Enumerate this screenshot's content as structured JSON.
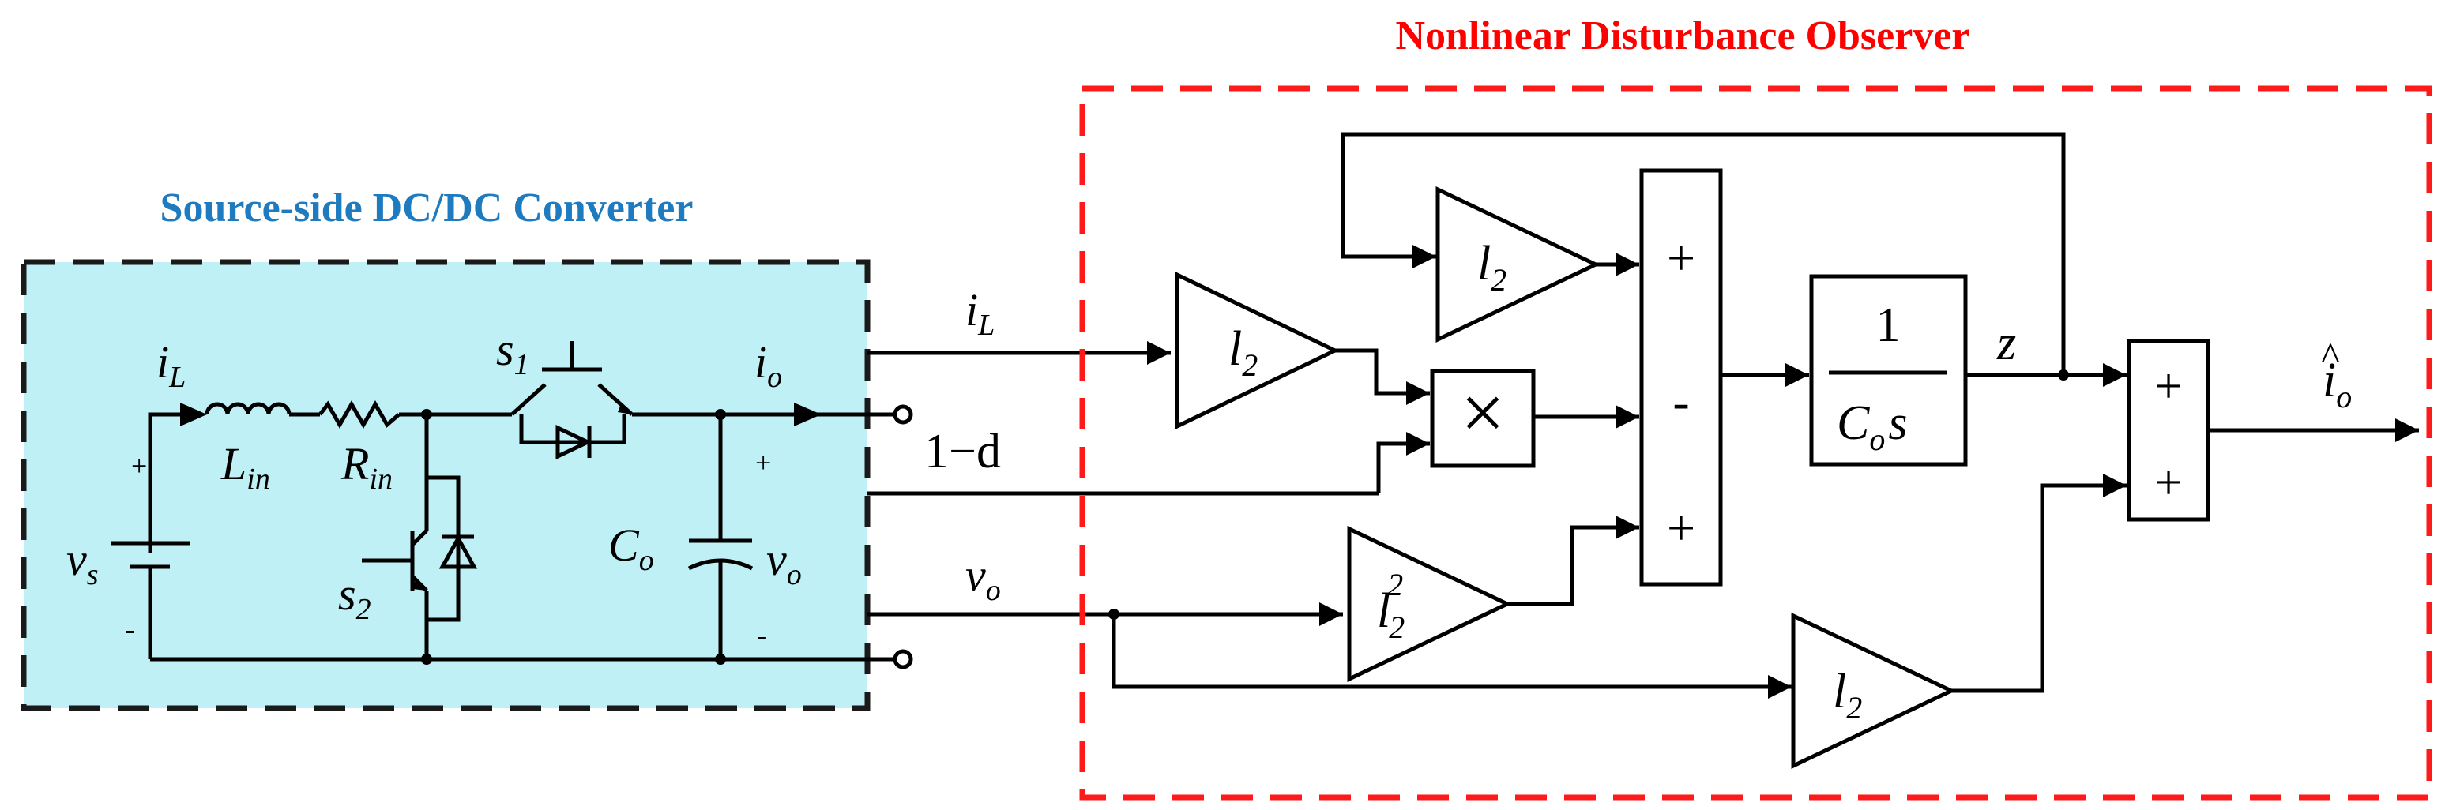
{
  "colors": {
    "converter_fill": "#bff0f5",
    "converter_border": "#1a1a1a",
    "converter_title": "#1f7bc0",
    "observer_border": "#ff1a1a",
    "observer_title": "#ff0000"
  },
  "converter": {
    "title": "Source-side DC/DC Converter",
    "il_main": "i",
    "il_sub": "L",
    "lin_main": "L",
    "lin_sub": "in",
    "rin_main": "R",
    "rin_sub": "in",
    "vs_main": "v",
    "vs_sub": "s",
    "s1_main": "s",
    "s1_sub": "1",
    "s2_main": "s",
    "s2_sub": "2",
    "io_main": "i",
    "io_sub": "o",
    "co_main": "C",
    "co_sub": "o",
    "vo_main": "v",
    "vo_sub": "o",
    "plus": "+",
    "minus": "-"
  },
  "signals": {
    "il_main": "i",
    "il_sub": "L",
    "one_minus_d": "1−d",
    "vo_main": "v",
    "vo_sub": "o"
  },
  "observer": {
    "title": "Nonlinear Disturbance Observer",
    "gain_main": "l",
    "gain_sub": "2",
    "gain_sup": "2",
    "sum_plus": "+",
    "sum_minus": "-",
    "tf_num": "1",
    "tf_den_main": "C",
    "tf_den_sub": "o",
    "tf_den_s": "s",
    "z": "z",
    "output_main": "i",
    "output_hat": "^",
    "output_sub": "o",
    "multiply": "×"
  }
}
